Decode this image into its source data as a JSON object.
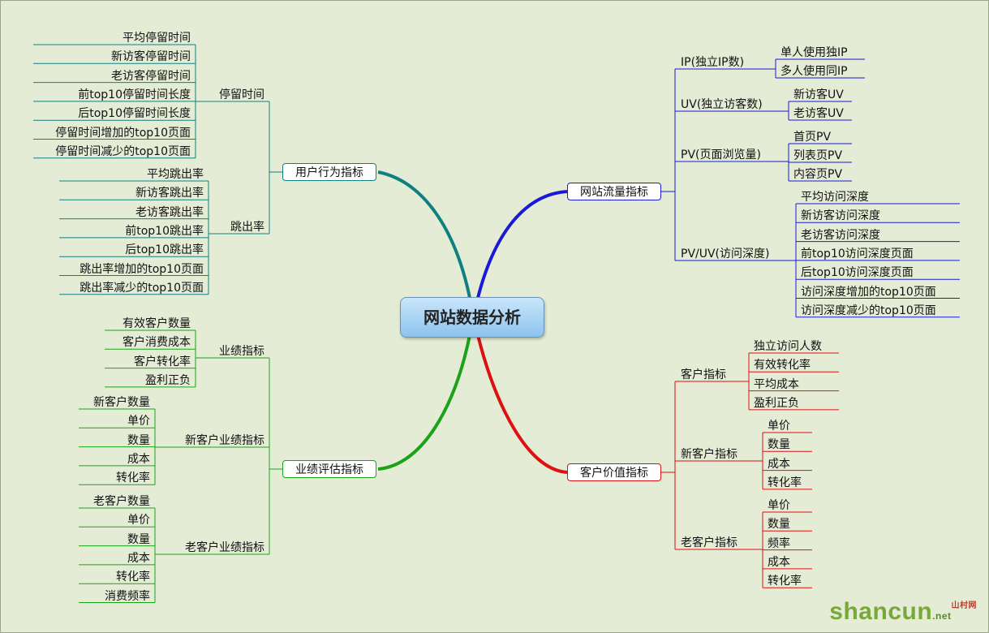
{
  "central_topic": "网站数据分析",
  "user_behavior": {
    "label": "用户行为指标",
    "dwell": {
      "label": "停留时间",
      "items": [
        "平均停留时间",
        "新访客停留时间",
        "老访客停留时间",
        "前top10停留时间长度",
        "后top10停留时间长度",
        "停留时间增加的top10页面",
        "停留时间减少的top10页面"
      ]
    },
    "bounce": {
      "label": "跳出率",
      "items": [
        "平均跳出率",
        "新访客跳出率",
        "老访客跳出率",
        "前top10跳出率",
        "后top10跳出率",
        "跳出率增加的top10页面",
        "跳出率减少的top10页面"
      ]
    }
  },
  "performance": {
    "label": "业绩评估指标",
    "kpi": {
      "label": "业绩指标",
      "items": [
        "有效客户数量",
        "客户消费成本",
        "客户转化率",
        "盈利正负"
      ]
    },
    "new_customer": {
      "label": "新客户业绩指标",
      "items": [
        "新客户数量",
        "单价",
        "数量",
        "成本",
        "转化率"
      ]
    },
    "old_customer": {
      "label": "老客户业绩指标",
      "items": [
        "老客户数量",
        "单价",
        "数量",
        "成本",
        "转化率",
        "消费频率"
      ]
    }
  },
  "traffic": {
    "label": "网站流量指标",
    "ip": {
      "label": "IP(独立IP数)",
      "items": [
        "单人使用独IP",
        "多人使用同IP"
      ]
    },
    "uv": {
      "label": "UV(独立访客数)",
      "items": [
        "新访客UV",
        "老访客UV"
      ]
    },
    "pv": {
      "label": "PV(页面浏览量)",
      "items": [
        "首页PV",
        "列表页PV",
        "内容页PV"
      ]
    },
    "depth": {
      "label": "PV/UV(访问深度)",
      "items": [
        "平均访问深度",
        "新访客访问深度",
        "老访客访问深度",
        "前top10访问深度页面",
        "后top10访问深度页面",
        "访问深度增加的top10页面",
        "访问深度减少的top10页面"
      ]
    }
  },
  "customer_value": {
    "label": "客户价值指标",
    "customer": {
      "label": "客户指标",
      "items": [
        "独立访问人数",
        "有效转化率",
        "平均成本",
        "盈利正负"
      ]
    },
    "new_customer": {
      "label": "新客户指标",
      "items": [
        "单价",
        "数量",
        "成本",
        "转化率"
      ]
    },
    "old_customer": {
      "label": "老客户指标",
      "items": [
        "单价",
        "数量",
        "频率",
        "成本",
        "转化率"
      ]
    }
  },
  "colors": {
    "behavior": "#0f8080",
    "performance": "#19a319",
    "traffic": "#1a1ad6",
    "value": "#dd1111"
  },
  "watermark": {
    "main": "shancun",
    "suffix": ".net",
    "cn": "山村网"
  }
}
